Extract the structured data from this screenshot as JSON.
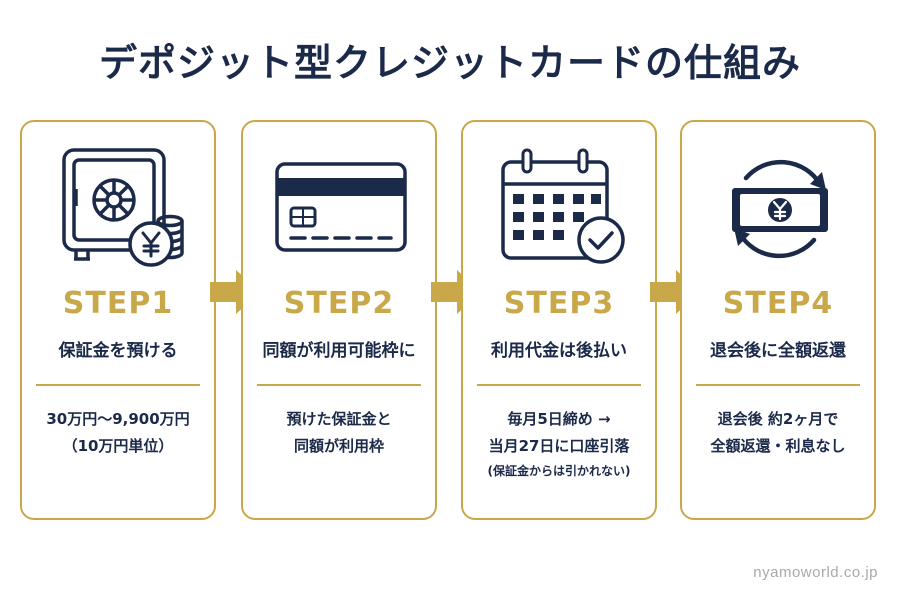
{
  "title": "デポジット型クレジットカードの仕組み",
  "colors": {
    "navy": "#1c2a4a",
    "gold": "#c9a84a",
    "footer_gray": "#a9a9a9"
  },
  "steps": [
    {
      "icon": "safe-with-yen-coins-icon",
      "step_label": "STEP1",
      "heading": "保証金を預ける",
      "detail_line1": "30万円～9,900万円",
      "detail_line2": "（10万円単位）",
      "detail_note": ""
    },
    {
      "icon": "credit-card-icon",
      "step_label": "STEP2",
      "heading": "同額が利用可能枠に",
      "detail_line1": "預けた保証金と",
      "detail_line2": "同額が利用枠",
      "detail_note": ""
    },
    {
      "icon": "calendar-check-icon",
      "step_label": "STEP3",
      "heading": "利用代金は後払い",
      "detail_line1": "毎月5日締め →",
      "detail_line2": "当月27日に口座引落",
      "detail_note": "(保証金からは引かれない)"
    },
    {
      "icon": "yen-refund-cycle-icon",
      "step_label": "STEP4",
      "heading": "退会後に全額返還",
      "detail_line1": "退会後 約2ヶ月で",
      "detail_line2": "全額返還・利息なし",
      "detail_note": ""
    }
  ],
  "footer": "nyamoworld.co.jp"
}
